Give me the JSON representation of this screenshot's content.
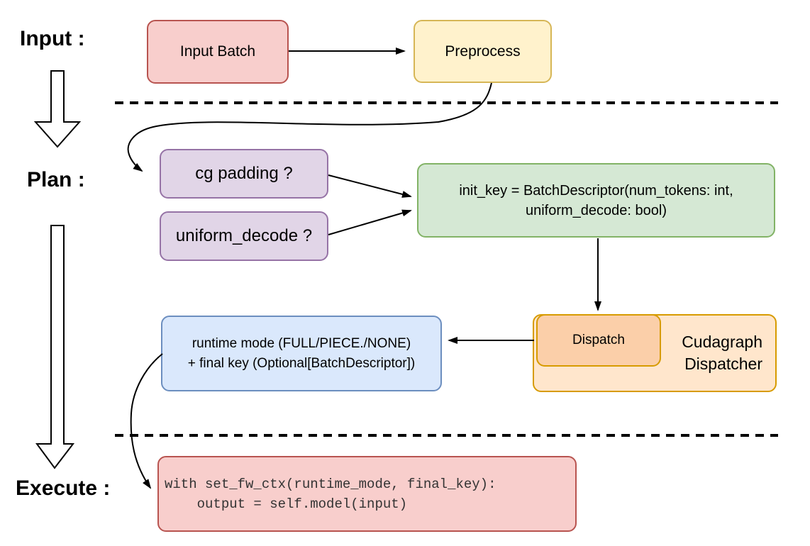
{
  "title": "Cudagraph dispatch flow diagram",
  "colors": {
    "background": "#ffffff",
    "line": "#000000",
    "red_fill": "#f8cecc",
    "red_border": "#b85450",
    "yellow_fill": "#fff2cc",
    "yellow_border": "#d6b656",
    "purple_fill": "#e1d5e7",
    "purple_border": "#9673a6",
    "green_fill": "#d5e8d4",
    "green_border": "#82b366",
    "orange_fill": "#ffe6cc",
    "orange_dark_fill": "#fbcfa9",
    "orange_border": "#d79b00",
    "blue_fill": "#dae8fc",
    "blue_border": "#6c8ebf"
  },
  "sections": {
    "input": "Input :",
    "plan": "Plan :",
    "execute": "Execute :"
  },
  "nodes": {
    "input_batch": {
      "label": "Input Batch"
    },
    "preprocess": {
      "label": "Preprocess"
    },
    "cg_padding": {
      "label": "cg padding ?"
    },
    "uniform_decode": {
      "label": "uniform_decode ?"
    },
    "init_key": {
      "line1": "init_key = BatchDescriptor(num_tokens: int,",
      "line2": "uniform_decode: bool)"
    },
    "dispatch": {
      "label": "Dispatch"
    },
    "cudagraph_dispatcher": {
      "line1": "Cudagraph",
      "line2": "Dispatcher"
    },
    "runtime_output": {
      "line1": "runtime mode (FULL/PIECE./NONE)",
      "line2": "+ final key (Optional[BatchDescriptor])"
    },
    "execute_code": {
      "line1": "with set_fw_ctx(runtime_mode, final_key):",
      "line2": "    output = self.model(input)"
    }
  },
  "edges": [
    {
      "from": "input_batch",
      "to": "preprocess"
    },
    {
      "from": "preprocess",
      "to": "cg_padding"
    },
    {
      "from": "cg_padding",
      "to": "init_key"
    },
    {
      "from": "uniform_decode",
      "to": "init_key"
    },
    {
      "from": "init_key",
      "to": "dispatch"
    },
    {
      "from": "dispatch",
      "to": "runtime_output"
    },
    {
      "from": "runtime_output",
      "to": "execute_code"
    }
  ]
}
